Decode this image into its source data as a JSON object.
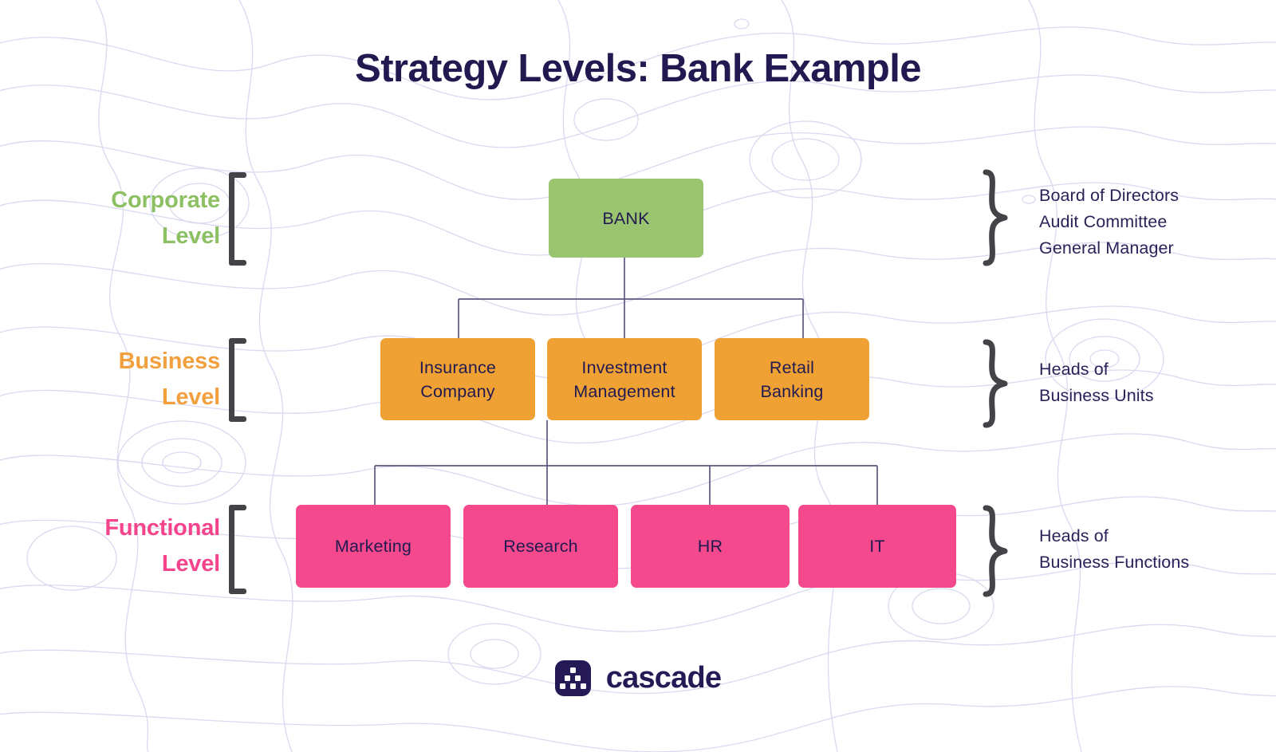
{
  "page": {
    "title": "Strategy Levels: Bank Example",
    "background_color": "#ffffff",
    "title_color": "#211a51"
  },
  "levels": [
    {
      "key": "corporate",
      "label_line1": "Corporate",
      "label_line2": "Level",
      "color": "#8cc063",
      "roles": [
        "Board of Directors",
        "Audit Committee",
        "General Manager"
      ]
    },
    {
      "key": "business",
      "label_line1": "Business",
      "label_line2": "Level",
      "color": "#f2a03d",
      "roles": [
        "Heads of",
        "Business Units"
      ]
    },
    {
      "key": "functional",
      "label_line1": "Functional",
      "label_line2": "Level",
      "color": "#f5438c",
      "roles": [
        "Heads of",
        "Business Functions"
      ]
    }
  ],
  "chart_data": {
    "type": "diagram",
    "diagram_kind": "organizational-hierarchy",
    "title": "Strategy Levels: Bank Example",
    "nodes": [
      {
        "id": "bank",
        "label": "BANK",
        "level": "corporate",
        "color": "#9ac46f"
      },
      {
        "id": "insurance",
        "label": "Insurance Company",
        "level": "business",
        "color": "#efa133"
      },
      {
        "id": "investment",
        "label": "Investment Management",
        "level": "business",
        "color": "#efa133"
      },
      {
        "id": "retail",
        "label": "Retail Banking",
        "level": "business",
        "color": "#efa133"
      },
      {
        "id": "marketing",
        "label": "Marketing",
        "level": "functional",
        "color": "#f5498e"
      },
      {
        "id": "research",
        "label": "Research",
        "level": "functional",
        "color": "#f5498e"
      },
      {
        "id": "hr",
        "label": "HR",
        "level": "functional",
        "color": "#f5498e"
      },
      {
        "id": "it",
        "label": "IT",
        "level": "functional",
        "color": "#f5498e"
      }
    ],
    "edges": [
      {
        "from": "bank",
        "to": "insurance"
      },
      {
        "from": "bank",
        "to": "investment"
      },
      {
        "from": "bank",
        "to": "retail"
      },
      {
        "from": "investment",
        "to": "marketing"
      },
      {
        "from": "investment",
        "to": "research"
      },
      {
        "from": "investment",
        "to": "hr"
      },
      {
        "from": "investment",
        "to": "it"
      }
    ],
    "edge_color": "#5b5a80"
  },
  "nodes": {
    "bank": "BANK",
    "insurance_l1": "Insurance",
    "insurance_l2": "Company",
    "investment_l1": "Investment",
    "investment_l2": "Management",
    "retail_l1": "Retail",
    "retail_l2": "Banking",
    "marketing": "Marketing",
    "research": "Research",
    "hr": "HR",
    "it": "IT"
  },
  "footer": {
    "brand": "cascade",
    "logo_icon": "cascade-pyramid-icon",
    "brand_color": "#251a56"
  }
}
